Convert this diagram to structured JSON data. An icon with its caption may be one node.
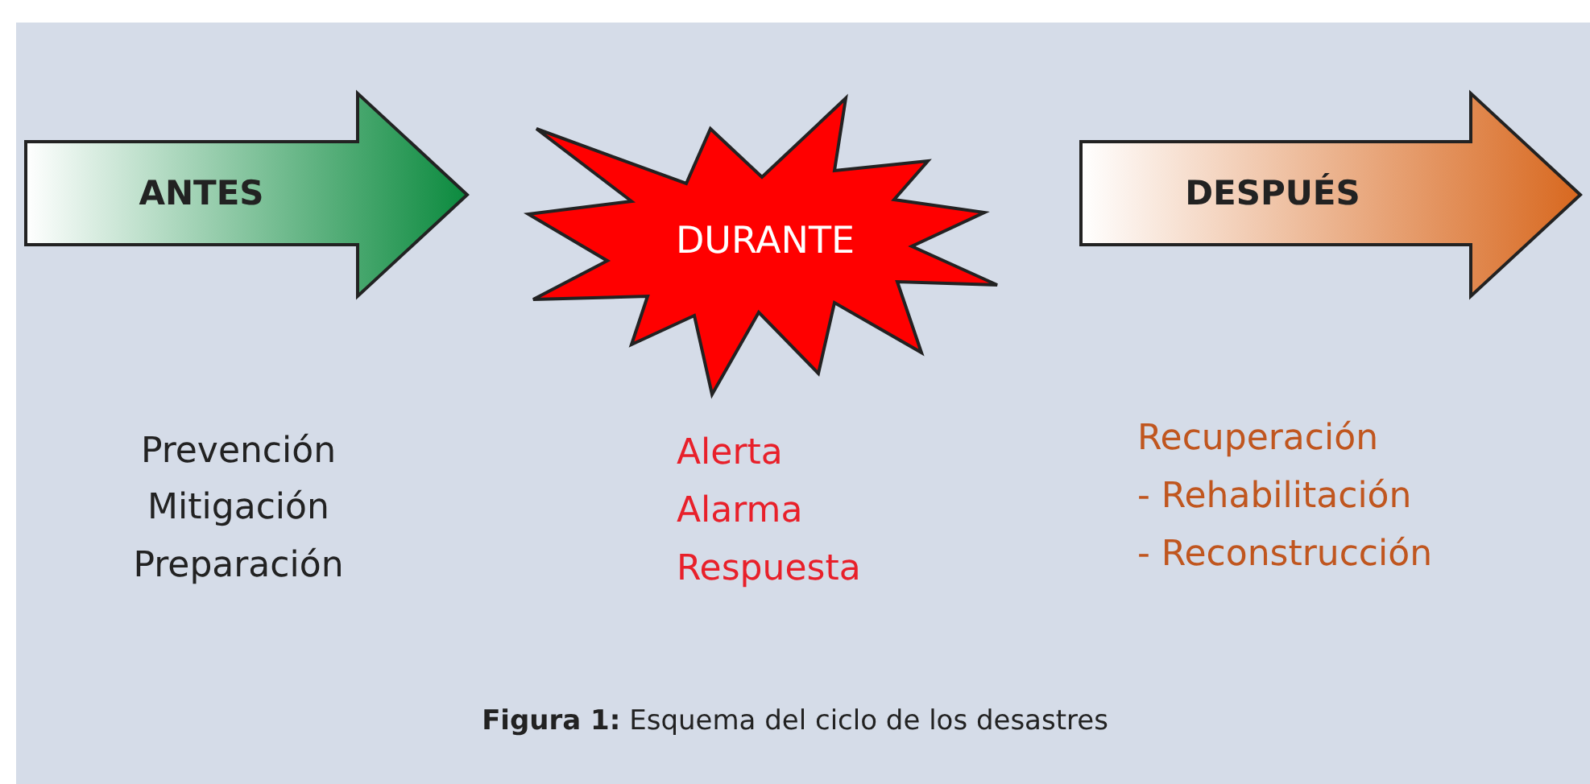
{
  "diagram": {
    "caption": "**Figura 1:** Esquema del ciclo de los desastres",
    "nodes": [
      {
        "text": [
          "ANTES"
        ]
      },
      {
        "text": [
          "DURANTE"
        ]
      },
      {
        "text": [
          "DESPUÉS"
        ]
      }
    ],
    "labels": [
      "Prevención",
      "Mitigación",
      "Preparación",
      "Alerta",
      "Alarma",
      "Respuesta",
      "Recuperación",
      "- Rehabilitación",
      "- Reconstrucción"
    ]
  }
}
